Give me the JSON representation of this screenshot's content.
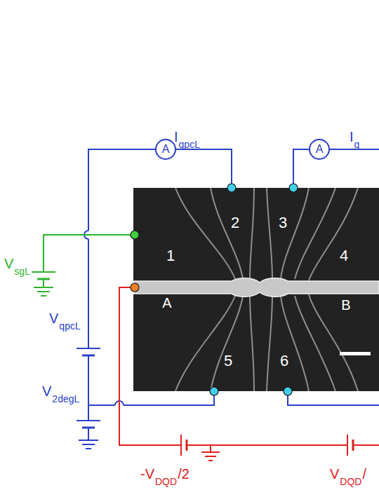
{
  "diagram": {
    "labels": [
      "I",
      "qpcL",
      "I",
      "q",
      "A",
      "A",
      "V",
      "sgL",
      "1",
      "2",
      "3",
      "4",
      "A",
      "B",
      "5",
      "6",
      "V",
      "qpcL",
      "V",
      "2degL",
      "-V",
      "DQD",
      "/2",
      "V",
      "DQD",
      "/"
    ]
  }
}
